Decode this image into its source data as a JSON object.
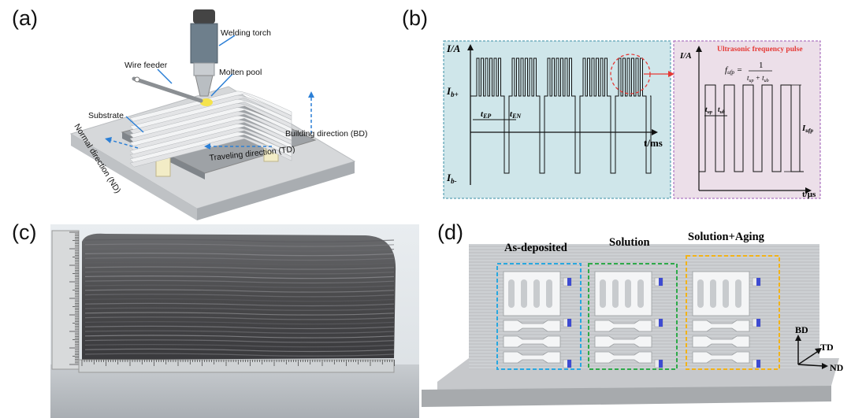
{
  "panel_labels": {
    "a": "(a)",
    "b": "(b)",
    "c": "(c)",
    "d": "(d)"
  },
  "panel_a": {
    "welding_torch": "Welding torch",
    "wire_feeder": "Wire feeder",
    "molten_pool": "Molten pool",
    "substrate": "Substrate",
    "building_direction": "Building direction (BD)",
    "traveling_direction": "Traveling direction (TD)",
    "normal_direction": "Normal direction (ND)"
  },
  "panel_b": {
    "y_axis": "I/A",
    "x_axis": "t/ms",
    "ib_plus": "I",
    "ib_plus_sub": "b+",
    "ib_minus": "I",
    "ib_minus_sub": "b-",
    "tep": "t",
    "tep_sub": "EP",
    "ten": "t",
    "ten_sub": "EN",
    "inset_title": "Ultrasonic frequency pulse",
    "inset_y_axis": "I/A",
    "inset_x_axis": "t/μs",
    "f_label": "f",
    "f_sub": "ufp",
    "eq_numer": "1",
    "eq_denom_t1": "t",
    "eq_denom_t1_sub": "up",
    "eq_denom_plus": " + ",
    "eq_denom_t2": "t",
    "eq_denom_t2_sub": "ub",
    "tup": "t",
    "tup_sub": "up",
    "tub": "t",
    "tub_sub": "ub",
    "iufp": "I",
    "iufp_sub": "ufp",
    "colors": {
      "main_bg": "#cfe6ea",
      "inset_bg": "#ecdfe9",
      "main_border": "#3a8fa6",
      "inset_border": "#9b59b6",
      "highlight": "#e53935"
    }
  },
  "panel_d": {
    "as_deposited": "As-deposited",
    "solution": "Solution",
    "solution_aging": "Solution+Aging",
    "bd": "BD",
    "td": "TD",
    "nd": "ND",
    "colors": {
      "as_deposited_box": "#29a8e0",
      "solution_box": "#2eaa4a",
      "aging_box": "#f2b318",
      "marker": "#3e4bd1"
    }
  }
}
